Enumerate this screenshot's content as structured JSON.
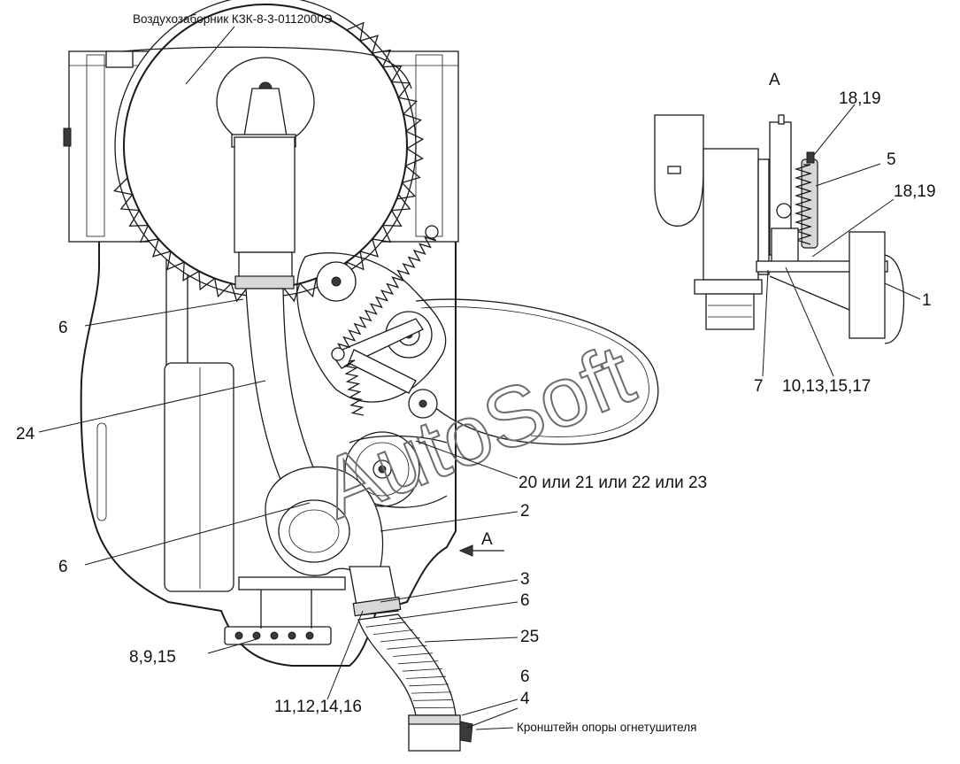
{
  "title_top": "Воздухозаборник КЗК-8-3-0112000Э",
  "caption_bottom": "Кронштейн опоры огнетушителя",
  "view_label": "А",
  "view_arrow_label": "А",
  "watermark": "AutoSoft",
  "callouts": {
    "c6a": "6",
    "c24": "24",
    "c6b": "6",
    "c2": "2",
    "c20": "20 или 21 или 22 или 23",
    "c3": "3",
    "c6c": "6",
    "c25": "25",
    "c8": "8,9,15",
    "c11": "11,12,14,16",
    "c6d": "6",
    "c4": "4",
    "c1819a": "18,19",
    "c5": "5",
    "c1819b": "18,19",
    "c1": "1",
    "c7": "7",
    "c10": "10,13,15,17"
  }
}
